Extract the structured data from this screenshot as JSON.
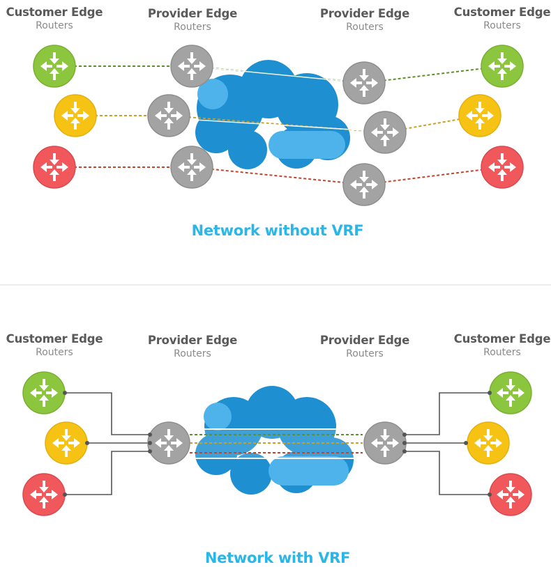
{
  "top": {
    "labels": {
      "ce_left": {
        "title": "Customer Edge",
        "sub": "Routers"
      },
      "pe_left": {
        "title": "Provider Edge",
        "sub": "Routers"
      },
      "pe_right": {
        "title": "Provider Edge",
        "sub": "Routers"
      },
      "ce_right": {
        "title": "Customer Edge",
        "sub": "Routers"
      }
    },
    "caption": "Network without VRF"
  },
  "bottom": {
    "labels": {
      "ce_left": {
        "title": "Customer Edge",
        "sub": "Routers"
      },
      "pe_left": {
        "title": "Provider Edge",
        "sub": "Routers"
      },
      "pe_right": {
        "title": "Provider Edge",
        "sub": "Routers"
      },
      "ce_right": {
        "title": "Customer Edge",
        "sub": "Routers"
      }
    },
    "caption": "Network with VRF"
  },
  "colors": {
    "green": "#8cc63f",
    "yellow": "#f6c315",
    "red": "#f0585c",
    "gray": "#a3a3a3",
    "green_line": "#5d8f2a",
    "yellow_line": "#c9a022",
    "red_line": "#c0452c",
    "wire": "#555555",
    "cloud": "#1e8fd0",
    "cloud_light": "#4db3ea",
    "caption": "#29b6e8"
  },
  "icons": {
    "router": "router-arrows-icon",
    "cloud": "cloud-icon"
  }
}
